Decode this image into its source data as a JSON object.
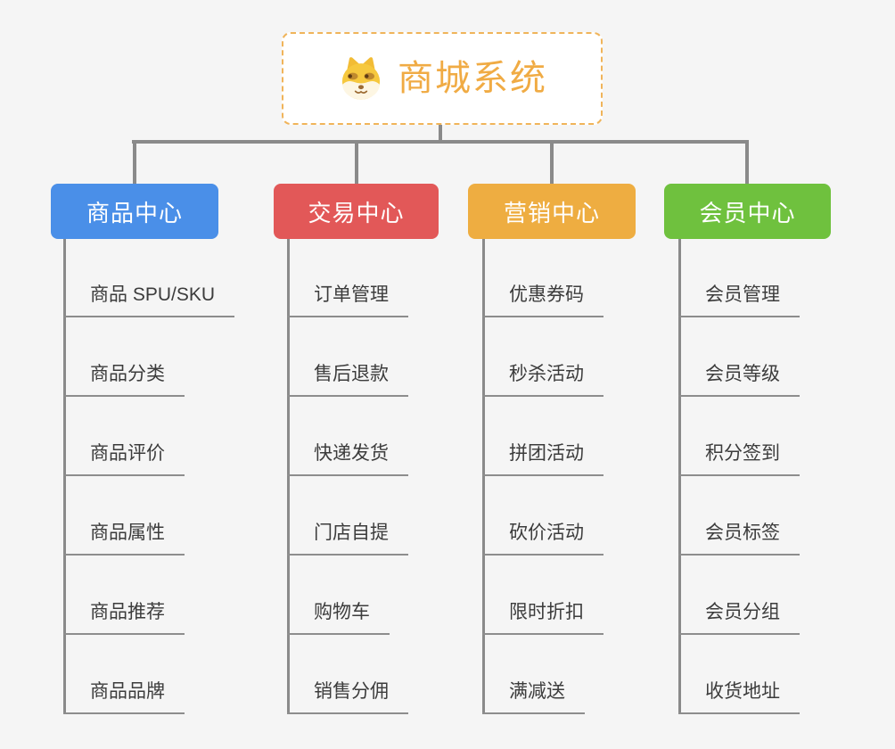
{
  "root": {
    "title": "商城系统",
    "icon": "doge-face-icon"
  },
  "branches": [
    {
      "label": "商品中心",
      "color": "#4a8fe8",
      "items": [
        "商品 SPU/SKU",
        "商品分类",
        "商品评价",
        "商品属性",
        "商品推荐",
        "商品品牌"
      ]
    },
    {
      "label": "交易中心",
      "color": "#e25858",
      "items": [
        "订单管理",
        "售后退款",
        "快递发货",
        "门店自提",
        "购物车",
        "销售分佣"
      ]
    },
    {
      "label": "营销中心",
      "color": "#eead41",
      "items": [
        "优惠券码",
        "秒杀活动",
        "拼团活动",
        "砍价活动",
        "限时折扣",
        "满减送"
      ]
    },
    {
      "label": "会员中心",
      "color": "#6fc13e",
      "items": [
        "会员管理",
        "会员等级",
        "积分签到",
        "会员标签",
        "会员分组",
        "收货地址"
      ]
    }
  ],
  "palette": {
    "background": "#f5f5f5",
    "connector": "#8a8a8a",
    "underline": "#8d8d8d",
    "item_text": "#3c3c3c",
    "root_text": "#f0ab44",
    "root_border": "#f0b45a",
    "root_background": "#ffffff"
  }
}
